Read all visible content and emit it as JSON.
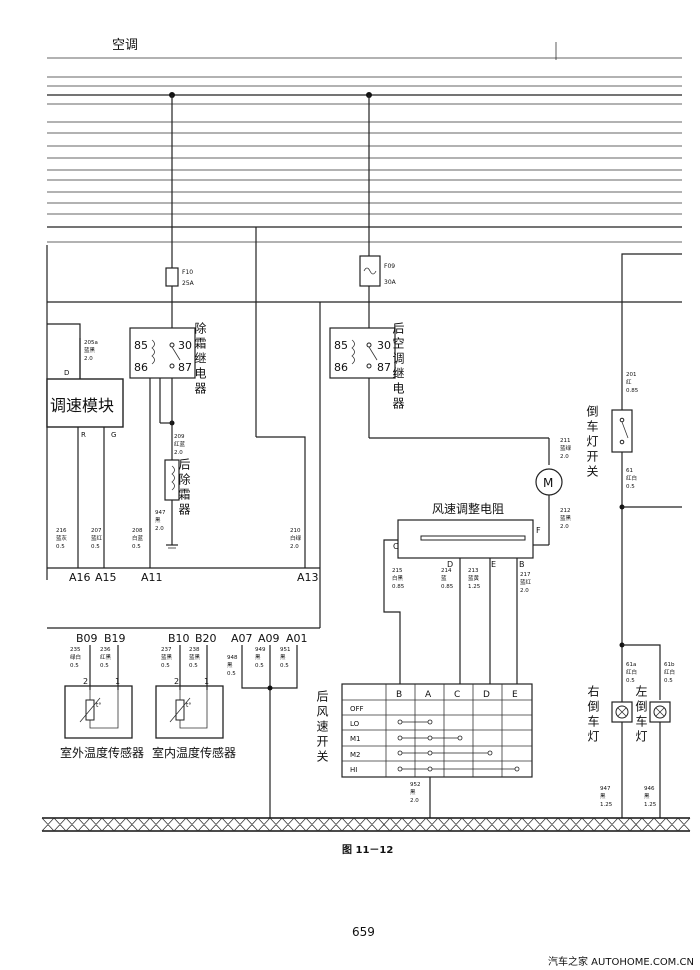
{
  "header": {
    "section": "空调"
  },
  "relays": {
    "defrost": {
      "name": "除霜继电器",
      "pins": [
        "85",
        "86",
        "30",
        "87"
      ]
    },
    "rear_ac": {
      "name": "后空调继电器",
      "pins": [
        "85",
        "86",
        "30",
        "87"
      ]
    }
  },
  "fuses": {
    "f10": {
      "id": "F10",
      "rating": "25A"
    },
    "f09": {
      "id": "F09",
      "rating": "30A"
    }
  },
  "speed_module": {
    "name": "调速模块",
    "pin_d": "D",
    "pin_r": "R",
    "pin_g": "G"
  },
  "rear_defroster": {
    "name": "后除霜器"
  },
  "reverse_switch": {
    "name": "倒车灯开关"
  },
  "blower_resistor": {
    "name": "风速调整电阻",
    "pin_c": "C",
    "pin_d": "D",
    "pin_e": "E",
    "pin_b": "B",
    "pin_f": "F"
  },
  "motor": {
    "symbol": "M"
  },
  "fan_switch": {
    "name": "后风速开关",
    "columns": [
      "B",
      "A",
      "C",
      "D",
      "E"
    ],
    "rows": [
      "OFF",
      "LO",
      "M1",
      "M2",
      "HI"
    ]
  },
  "wires": {
    "w205a": {
      "num": "205a",
      "color": "蓝黑",
      "size": "2.0"
    },
    "w216": {
      "num": "216",
      "color": "蓝灰",
      "size": "0.5"
    },
    "w207": {
      "num": "207",
      "color": "蓝红",
      "size": "0.5"
    },
    "w208": {
      "num": "208",
      "color": "白蓝",
      "size": "0.5"
    },
    "w209": {
      "num": "209",
      "color": "红蓝",
      "size": "2.0"
    },
    "w947a": {
      "num": "947",
      "color": "黑",
      "size": "2.0"
    },
    "w210": {
      "num": "210",
      "color": "白绿",
      "size": "2.0"
    },
    "w211": {
      "num": "211",
      "color": "蓝绿",
      "size": "2.0"
    },
    "w212": {
      "num": "212",
      "color": "蓝黑",
      "size": "2.0"
    },
    "w215": {
      "num": "215",
      "color": "白黑",
      "size": "0.85"
    },
    "w214": {
      "num": "214",
      "color": "蓝",
      "size": "0.85"
    },
    "w213": {
      "num": "213",
      "color": "蓝黄",
      "size": "1.25"
    },
    "w217": {
      "num": "217",
      "color": "蓝红",
      "size": "2.0"
    },
    "w201": {
      "num": "201",
      "color": "红",
      "size": "0.85"
    },
    "w61": {
      "num": "61",
      "color": "红白",
      "size": "0.5"
    },
    "w235": {
      "num": "235",
      "color": "绿白",
      "size": "0.5"
    },
    "w236": {
      "num": "236",
      "color": "红黑",
      "size": "0.5"
    },
    "w237": {
      "num": "237",
      "color": "蓝黑",
      "size": "0.5"
    },
    "w238": {
      "num": "238",
      "color": "蓝黑",
      "size": "0.5"
    },
    "w948": {
      "num": "948",
      "color": "黑",
      "size": "0.5"
    },
    "w949": {
      "num": "949",
      "color": "黑",
      "size": "0.5"
    },
    "w951": {
      "num": "951",
      "color": "黑",
      "size": "0.5"
    },
    "w952": {
      "num": "952",
      "color": "黑",
      "size": "2.0"
    },
    "w61a": {
      "num": "61a",
      "color": "红白",
      "size": "0.5"
    },
    "w61b": {
      "num": "61b",
      "color": "红白",
      "size": "0.5"
    },
    "w947b": {
      "num": "947",
      "color": "黑",
      "size": "1.25"
    },
    "w946": {
      "num": "946",
      "color": "黑",
      "size": "1.25"
    }
  },
  "connectors": {
    "A16": "A16",
    "A15": "A15",
    "A11": "A11",
    "A13": "A13",
    "B09": "B09",
    "B19": "B19",
    "B10": "B10",
    "B20": "B20",
    "A07": "A07",
    "A09": "A09",
    "A01": "A01"
  },
  "sensors": {
    "outdoor": {
      "name": "室外温度传感器",
      "pin_left": "2",
      "pin_right": "1",
      "symbol": "t°"
    },
    "indoor": {
      "name": "室内温度传感器",
      "pin_left": "2",
      "pin_right": "1",
      "symbol": "t°"
    }
  },
  "lamps": {
    "right": {
      "name": "右倒车灯"
    },
    "left": {
      "name": "左倒车灯"
    }
  },
  "caption": "图 11－12",
  "page_number": "659",
  "watermark": "汽车之家  AUTOHOME.COM.CN"
}
